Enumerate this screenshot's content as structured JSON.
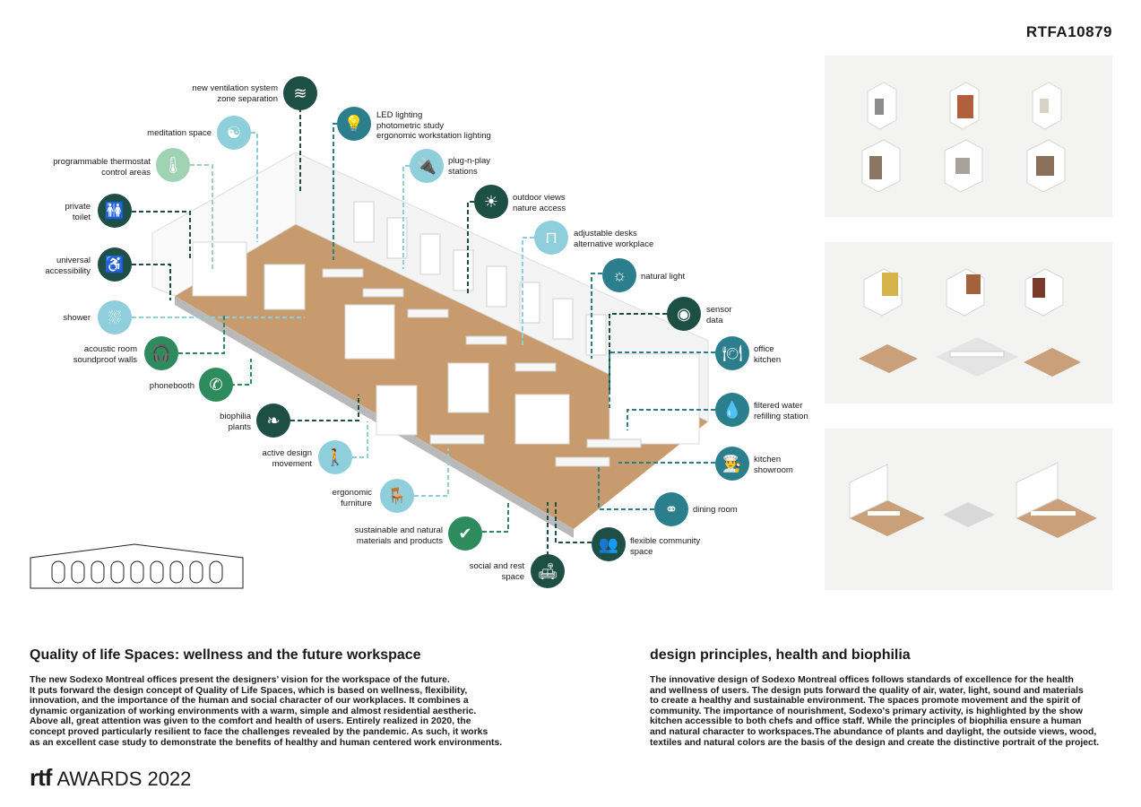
{
  "header": {
    "code": "RTFA10879"
  },
  "features": [
    {
      "id": "ventilation",
      "label": "new ventilation system\nzone separation",
      "icon": "wind-icon",
      "glyph": "≋"
    },
    {
      "id": "meditation",
      "label": "meditation space",
      "icon": "meditation-icon",
      "glyph": "☯"
    },
    {
      "id": "thermostat",
      "label": "programmable thermostat\ncontrol areas",
      "icon": "thermometer-icon",
      "glyph": "🌡"
    },
    {
      "id": "toilet",
      "label": "private\ntoilet",
      "icon": "toilet-icon",
      "glyph": "🚻"
    },
    {
      "id": "accessibility",
      "label": "universal\naccessibility",
      "icon": "wheelchair-icon",
      "glyph": "♿"
    },
    {
      "id": "shower",
      "label": "shower",
      "icon": "shower-icon",
      "glyph": "⛆"
    },
    {
      "id": "acoustic",
      "label": "acoustic room\nsoundproof walls",
      "icon": "headphones-icon",
      "glyph": "🎧"
    },
    {
      "id": "phonebooth",
      "label": "phonebooth",
      "icon": "phone-icon",
      "glyph": "✆"
    },
    {
      "id": "biophilia",
      "label": "biophilia\nplants",
      "icon": "leaf-icon",
      "glyph": "❧"
    },
    {
      "id": "active",
      "label": "active design\nmovement",
      "icon": "walking-icon",
      "glyph": "🚶"
    },
    {
      "id": "ergonomic",
      "label": "ergonomic\nfurniture",
      "icon": "chair-icon",
      "glyph": "🪑"
    },
    {
      "id": "materials",
      "label": "sustainable and natural\nmaterials and products",
      "icon": "heart-check-icon",
      "glyph": "✔"
    },
    {
      "id": "social",
      "label": "social and rest\nspace",
      "icon": "sofa-lamp-icon",
      "glyph": "🛋"
    },
    {
      "id": "led",
      "label": "LED lighting\nphotometric study\nergonomic workstation lighting",
      "icon": "bulb-icon",
      "glyph": "💡"
    },
    {
      "id": "plug",
      "label": "plug-n-play\nstations",
      "icon": "plug-icon",
      "glyph": "🔌"
    },
    {
      "id": "outdoor",
      "label": "outdoor views\nnature access",
      "icon": "landscape-icon",
      "glyph": "☀"
    },
    {
      "id": "desks",
      "label": "adjustable desks\nalternative workplace",
      "icon": "desk-icon",
      "glyph": "⊓"
    },
    {
      "id": "light",
      "label": "natural light",
      "icon": "sun-icon",
      "glyph": "☼"
    },
    {
      "id": "sensor",
      "label": "sensor\ndata",
      "icon": "sensor-icon",
      "glyph": "◉"
    },
    {
      "id": "kitchen",
      "label": "office\nkitchen",
      "icon": "plate-icon",
      "glyph": "🍽"
    },
    {
      "id": "water",
      "label": "filtered water\nrefilling station",
      "icon": "water-drop-icon",
      "glyph": "💧"
    },
    {
      "id": "showroom",
      "label": "kitchen\nshowroom",
      "icon": "chef-icon",
      "glyph": "👨‍🍳"
    },
    {
      "id": "dining",
      "label": "dining room",
      "icon": "dining-icon",
      "glyph": "⚭"
    },
    {
      "id": "community",
      "label": "flexible community\nspace",
      "icon": "people-icon",
      "glyph": "👥"
    }
  ],
  "sections": {
    "left": {
      "title": "Quality of life Spaces: wellness and the future workspace",
      "body": "The new Sodexo Montreal offices present the designers’ vision for the workspace of the future.\nIt puts forward the design concept of Quality of Life Spaces, which is based on wellness, flexibility,\ninnovation, and the importance of the human and social character of our workplaces. It combines a\ndynamic organization of working environments with a warm, simple and almost residential aestheric.\nAbove all, great attention was given to the comfort and health of users. Entirely realized in 2020, the\nconcept proved particularly resilient to face the challenges revealed by the pandemic. As such, it works\nas an excellent case study to demonstrate the benefits of healthy and human centered work environments."
    },
    "right": {
      "title": "design principles, health and biophilia",
      "body": "The innovative design of Sodexo Montreal offices follows standards of excellence for the health\nand wellness of users. The design puts forward the quality of air, water, light, sound and materials\nto create a healthy and sustainable environment. The spaces promote movement and the spirit of\ncommunity. The importance of nourishment, Sodexo's primary activity, is highlighted by the show\nkitchen accessible to both chefs and office staff. While the principles of biophilia ensure a human\nand natural character to workspaces.The abundance of plants and daylight, the outside views, wood,\ntextiles and natural colors are the basis of the design and create the distinctive portrait of the project."
    }
  },
  "footer": {
    "logo_mark": "rtf",
    "logo_text": "AWARDS 2022"
  },
  "colors": {
    "dark": "#1e4f45",
    "teal": "#2b7f8c",
    "sky": "#8fcfdc",
    "mint": "#9fd3b4",
    "green": "#2e8b5e",
    "wood": "#c79b6d"
  }
}
